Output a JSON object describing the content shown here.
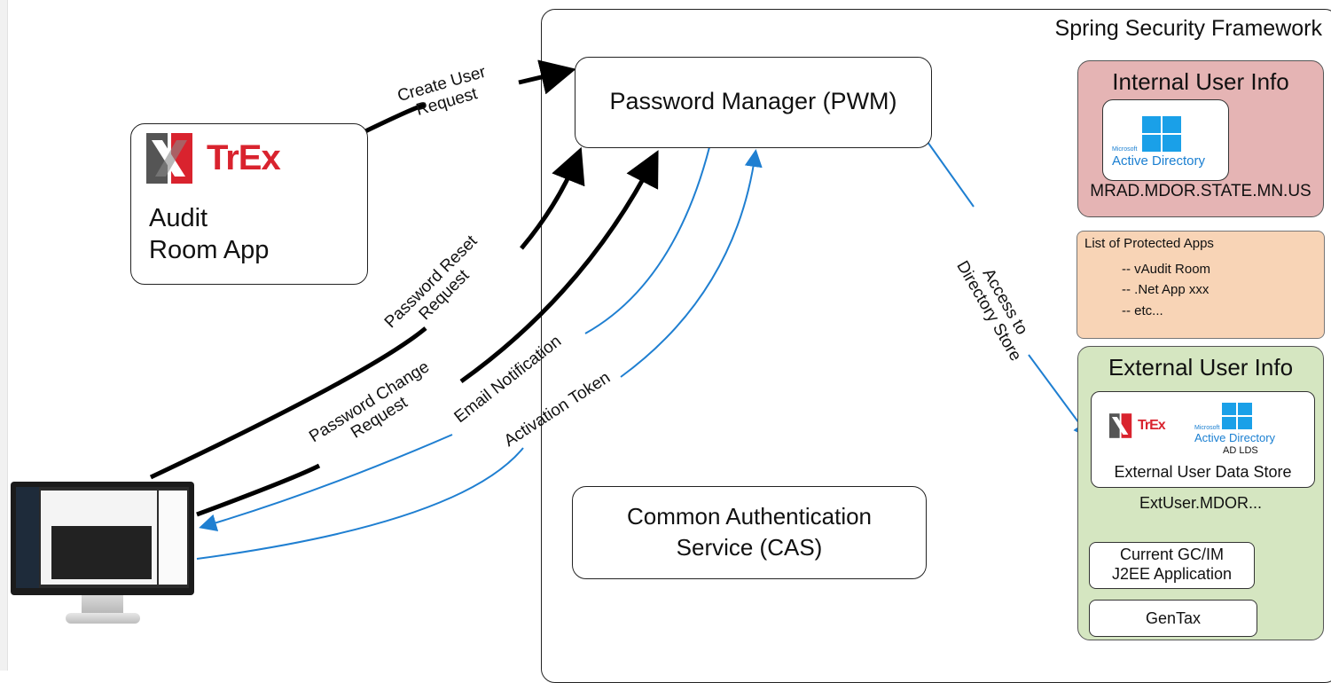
{
  "frame": {
    "title": "Spring Security Framework"
  },
  "pwm": {
    "label": "Password Manager (PWM)"
  },
  "cas": {
    "line1": "Common Authentication",
    "line2": "Service (CAS)"
  },
  "audit_app": {
    "logo_text": "TrEx",
    "line1": "Audit",
    "line2": "Room App"
  },
  "internal_user": {
    "title": "Internal User Info",
    "ad_brand": "Microsoft",
    "ad_label": "Active Directory",
    "host": "MRAD.MDOR.STATE.MN.US"
  },
  "protected_apps": {
    "title": "List of Protected Apps",
    "items": [
      "-- vAudit Room",
      "-- .Net App xxx",
      "--  etc..."
    ]
  },
  "external_user": {
    "title": "External User Info",
    "logo_text": "TrEx",
    "ad_brand": "Microsoft",
    "ad_label": "Active Directory",
    "ad_sub": "AD LDS",
    "store_label": "External User Data Store",
    "host": "ExtUser.MDOR...",
    "gc_line1": "Current GC/IM",
    "gc_line2": "J2EE Application",
    "gentax": "GenTax"
  },
  "arrows": {
    "create_user": {
      "line1": "Create User",
      "line2": "Request"
    },
    "password_reset": {
      "line1": "Password Reset",
      "line2": "Request"
    },
    "password_change": {
      "line1": "Password Change",
      "line2": "Request"
    },
    "email_notification": "Email Notification",
    "activation_token": "Activation Token",
    "directory_access": {
      "line1": "Access to",
      "line2": "Directory Store"
    }
  },
  "colors": {
    "black_arrow": "#000000",
    "blue_arrow": "#1f7fd1",
    "internal_bg": "#e5b4b4",
    "protected_bg": "#f8d4b6",
    "external_bg": "#d5e6c1",
    "trex_red": "#d9232e"
  }
}
